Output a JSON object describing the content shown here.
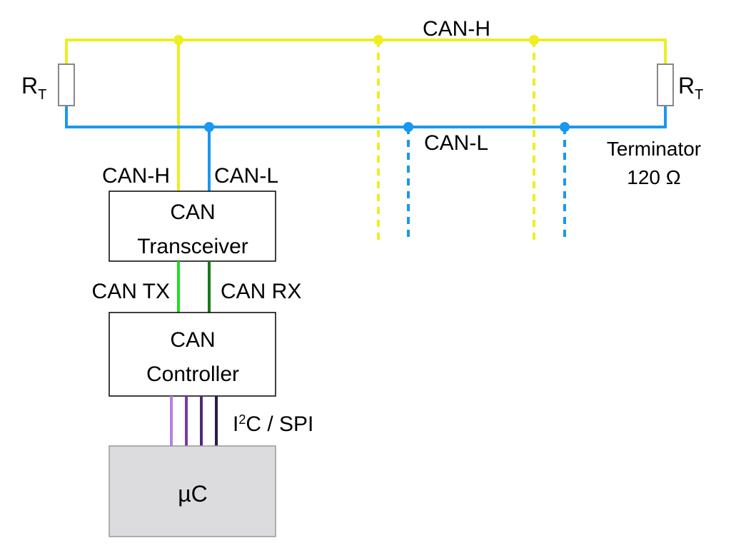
{
  "colors": {
    "can_h": "#eeee22",
    "can_l": "#1a97f0",
    "can_tx": "#22dd22",
    "can_rx": "#1a7a1a",
    "bus_lines": [
      "#b87fdf",
      "#7a3aa0",
      "#4e2a78",
      "#2c1a4a"
    ],
    "mcu_fill": "#dcdcdf",
    "resistor_stroke": "#888888"
  },
  "bus": {
    "can_h_label": "CAN-H",
    "can_l_label": "CAN-L"
  },
  "terminators": {
    "left": {
      "r": "R",
      "sub": "T"
    },
    "right": {
      "r": "R",
      "sub": "T"
    },
    "note_line1": "Terminator",
    "note_line2": "120 Ω"
  },
  "node": {
    "can_h_label": "CAN-H",
    "can_l_label": "CAN-L",
    "transceiver_line1": "CAN",
    "transceiver_line2": "Transceiver",
    "tx_label": "CAN TX",
    "rx_label": "CAN RX",
    "controller_line1": "CAN",
    "controller_line2": "Controller",
    "interface_i": "I",
    "interface_sup": "2",
    "interface_rest": "C / SPI",
    "mcu_label": "µC"
  }
}
